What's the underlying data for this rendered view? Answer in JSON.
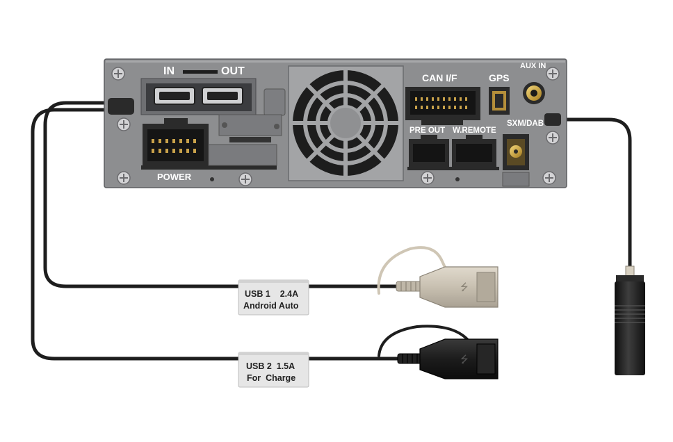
{
  "device": {
    "labels": {
      "in": "IN",
      "out": "OUT",
      "can": "CAN I/F",
      "gps": "GPS",
      "aux": "AUX IN",
      "preout": "PRE OUT",
      "wremote": "W.REMOTE",
      "sxm": "SXM/DAB",
      "power": "POWER"
    }
  },
  "cables": {
    "usb1": {
      "line1": "USB 1    2.4A",
      "line2": "Android Auto"
    },
    "usb2": {
      "line1": "USB 2  1.5A",
      "line2": "For  Charge"
    }
  },
  "colors": {
    "panel": "#8d8e90",
    "cable": "#1e1e1e",
    "usb1_connector": "#c9c1b2",
    "usb2_connector": "#1c1c1c"
  }
}
